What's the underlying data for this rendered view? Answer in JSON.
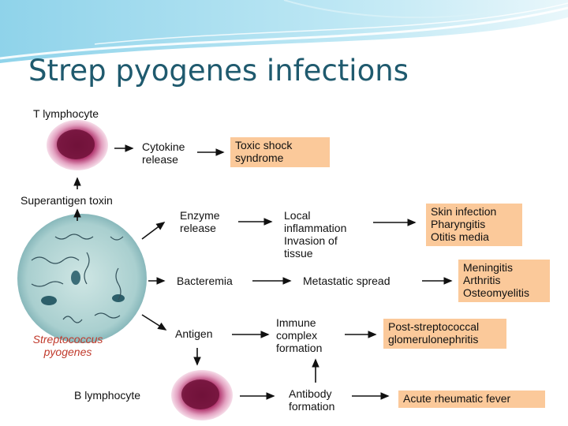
{
  "slide": {
    "title": "Strep pyogenes infections"
  },
  "diagram": {
    "t_lymphocyte": "T lymphocyte",
    "cytokine_release": "Cytokine\nrelease",
    "toxic_shock": "Toxic shock\nsyndrome",
    "superantigen": "Superantigen toxin",
    "enzyme_release": "Enzyme\nrelease",
    "local_inflammation": "Local\ninflammation\nInvasion of\ntissue",
    "skin_infection": "Skin infection\nPharyngitis\nOtitis media",
    "bacteremia": "Bacteremia",
    "metastatic_spread": "Metastatic spread",
    "meningitis": "Meningitis\nArthritis\nOsteomyelitis",
    "species": "Streptococcus\npyogenes",
    "antigen": "Antigen",
    "immune_complex": "Immune\ncomplex\nformation",
    "glomerulonephritis": "Post-streptococcal\nglomerulonephritis",
    "b_lymphocyte": "B lymphocyte",
    "antibody_formation": "Antibody\nformation",
    "rheumatic_fever": "Acute rheumatic fever"
  },
  "colors": {
    "outcome_box": "#fbc99a",
    "title": "#1f5a6e",
    "species": "#c0392b"
  }
}
